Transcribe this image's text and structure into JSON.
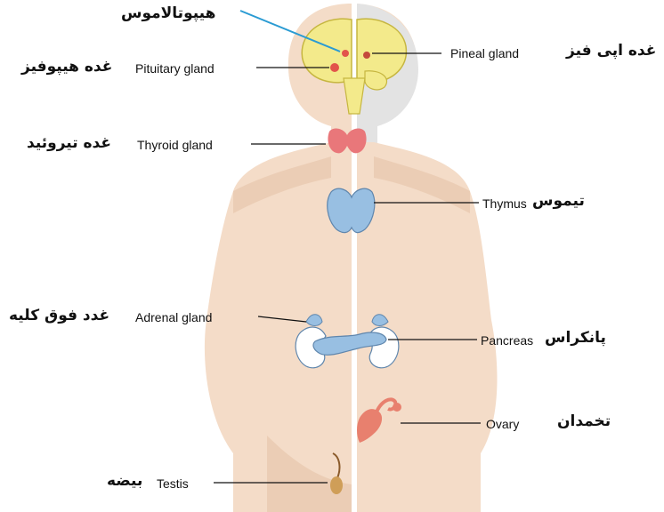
{
  "colors": {
    "background": "#ffffff",
    "skin": "#f4dcc8",
    "skin_shadow": "#ebcdb5",
    "male_side_gray": "#e3e3e3",
    "brain_yellow": "#f3ea8b",
    "brain_outline": "#c6b640",
    "thyroid_red": "#e9777a",
    "blue_gland": "#98bfe2",
    "blue_outline": "#5f86ad",
    "kidney_white": "#ffffff",
    "ovary_red": "#e8806e",
    "testis_brown": "#cf9e58",
    "leader_line": "#111111",
    "hypothalamus_line": "#2a9bd3",
    "hypothalamus_marker": "#e2544b"
  },
  "labels": {
    "hypothalamus_fa": "هیپوتالاموس",
    "pineal_fa": "غده اپی فیز",
    "pineal_en": "Pineal gland",
    "pituitary_fa": "غده هیپوفیز",
    "pituitary_en": "Pituitary gland",
    "thyroid_fa": "غده تیروئید",
    "thyroid_en": "Thyroid gland",
    "thymus_fa": "تیموس",
    "thymus_en": "Thymus",
    "adrenal_fa": "غدد فوق کلیه",
    "adrenal_en": "Adrenal gland",
    "pancreas_fa": "پانکراس",
    "pancreas_en": "Pancreas",
    "ovary_fa": "تخمدان",
    "ovary_en": "Ovary",
    "testis_fa": "بیضه",
    "testis_en": "Testis"
  }
}
